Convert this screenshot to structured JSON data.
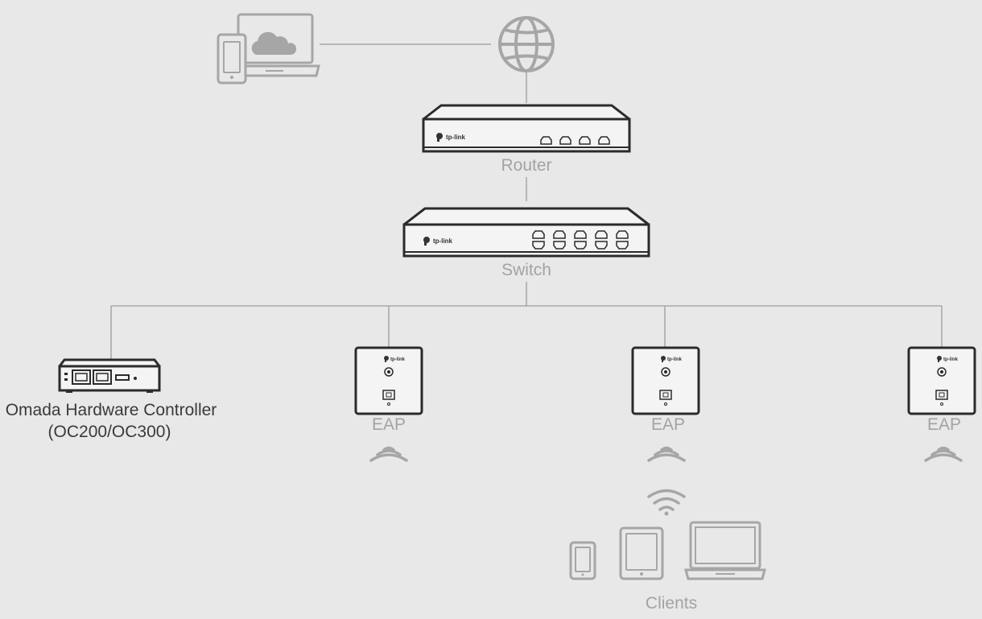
{
  "brand_text": "tp-link",
  "nodes": {
    "router": "Router",
    "switch": "Switch",
    "controller_line1": "Omada Hardware Controller",
    "controller_line2": "(OC200/OC300)",
    "eap_1": "EAP",
    "eap_2": "EAP",
    "eap_3": "EAP",
    "clients": "Clients"
  },
  "icons": [
    "cloud-devices-icon",
    "internet-globe-icon",
    "router-icon",
    "switch-icon",
    "controller-icon",
    "eap-icon",
    "wifi-signal-icon",
    "phone-icon",
    "tablet-icon",
    "laptop-icon"
  ],
  "colors": {
    "background": "#e8e8e8",
    "line": "#9a9a9a",
    "device_gray": "#a6a6a6",
    "device_dark": "#2b2b2b",
    "label_gray": "#a3a3a3",
    "label_dark": "#3a3a3a"
  }
}
